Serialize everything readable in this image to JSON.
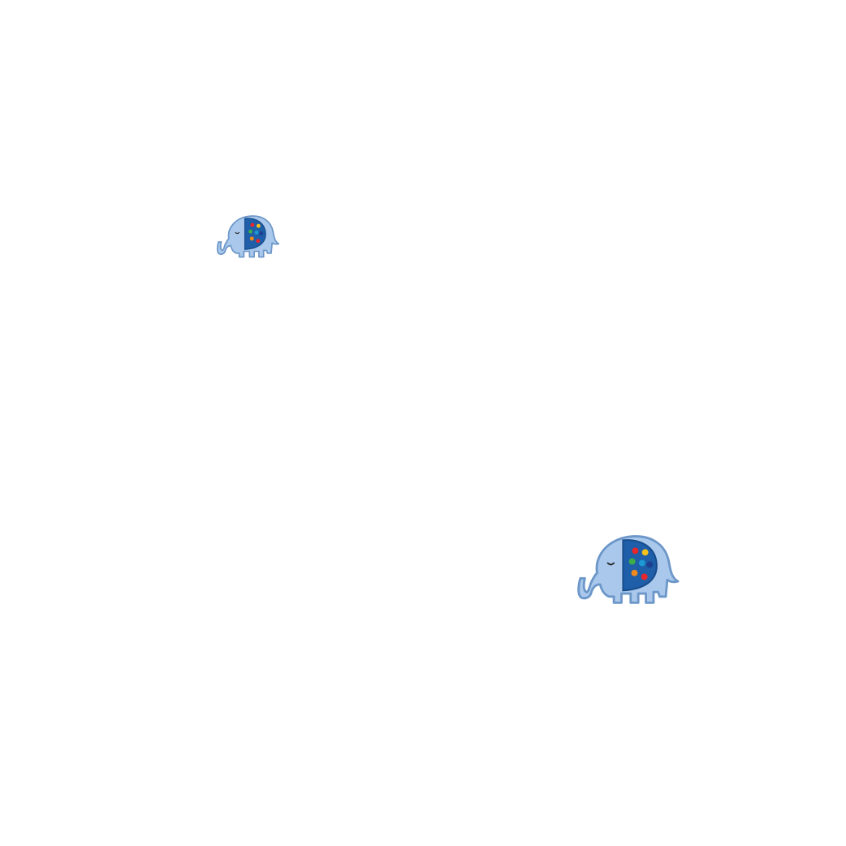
{
  "scene": {
    "background": "#ffffff",
    "items": [
      {
        "kind": "elephant-applique",
        "icon": "elephant-icon",
        "size": "small"
      },
      {
        "kind": "elephant-applique",
        "icon": "elephant-icon",
        "size": "large"
      }
    ]
  },
  "colors": {
    "body": "#a9c8ec",
    "outline": "#6d97c9",
    "ear": "#1f5ea8",
    "ear_outline": "#164b8a",
    "eye": "#2b2b2b",
    "dots": [
      "#e8262b",
      "#f4c21b",
      "#3fae49",
      "#1d9ad6",
      "#1d3f8f",
      "#f08a1c",
      "#e8262b"
    ]
  }
}
